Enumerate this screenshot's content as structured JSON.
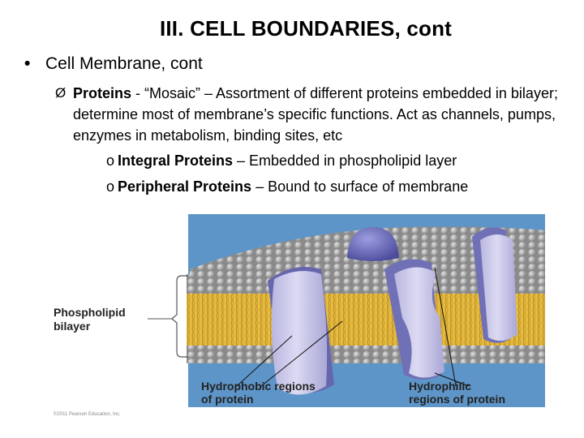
{
  "title": "III.  CELL BOUNDARIES, cont",
  "bullet1": {
    "marker": "•",
    "text": "Cell Membrane, cont"
  },
  "bullet2": {
    "marker": "Ø",
    "term": "Proteins",
    "text": " - “Mosaic” – Assortment of different proteins embedded in bilayer; determine most of membrane’s specific functions.  Act as channels, pumps, enzymes in metabolism, binding sites, etc"
  },
  "subbullets": [
    {
      "marker": "o",
      "term": "Integral Proteins",
      "text": " – Embedded in phospholipid layer"
    },
    {
      "marker": "o",
      "term": "Peripheral Proteins",
      "text": " – Bound to surface of membrane"
    }
  ],
  "figure": {
    "labels": {
      "phospholipid_line1": "Phospholipid",
      "phospholipid_line2": "bilayer",
      "hydrophobic_line1": "Hydrophobic regions",
      "hydrophobic_line2": "of protein",
      "hydrophilic_line1": "Hydrophilic",
      "hydrophilic_line2": "regions of protein"
    },
    "credit": "©2011 Pearson Education, Inc.",
    "colors": {
      "background": "#5e95c8",
      "head": "#a6a6a6",
      "tail": "#e0b437",
      "protein_face": "#cfcdeb",
      "protein_side": "#6f6fb4"
    }
  }
}
